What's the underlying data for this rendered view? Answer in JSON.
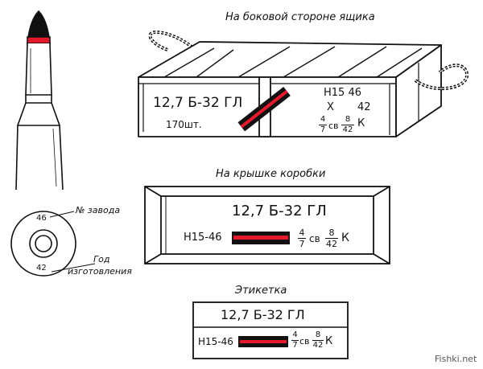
{
  "captions": {
    "side": "На боковой стороне ящика",
    "lid": "На крышке коробки",
    "label": "Этикетка"
  },
  "callouts": {
    "factory_no": "№ завода",
    "year_line1": "Год",
    "year_line2": "изготовления"
  },
  "base": {
    "factory_code": "46",
    "year_code": "42"
  },
  "crate": {
    "caliber": "12,7 Б-32 ГЛ",
    "quantity": "170шт.",
    "lot_line1": "Н15 46",
    "lot_x": "Х",
    "lot_year": "42",
    "frac1_num": "4",
    "frac1_den": "7",
    "sv": "св",
    "frac2_num": "8",
    "frac2_den": "42",
    "k": "К"
  },
  "lid": {
    "caliber": "12,7 Б-32 ГЛ",
    "lot": "Н15-46",
    "frac1_num": "4",
    "frac1_den": "7",
    "sv": "св",
    "frac2_num": "8",
    "frac2_den": "42",
    "k": "К"
  },
  "label": {
    "caliber": "12,7 Б-32 ГЛ",
    "lot": "Н15-46",
    "frac1_num": "4",
    "frac1_den": "7",
    "sv": "св",
    "frac2_num": "8",
    "frac2_den": "42",
    "k": "К"
  },
  "watermark": "Fishki.net",
  "colors": {
    "tip": "#111111",
    "stripe": "#e8192c",
    "ink": "#111111"
  }
}
